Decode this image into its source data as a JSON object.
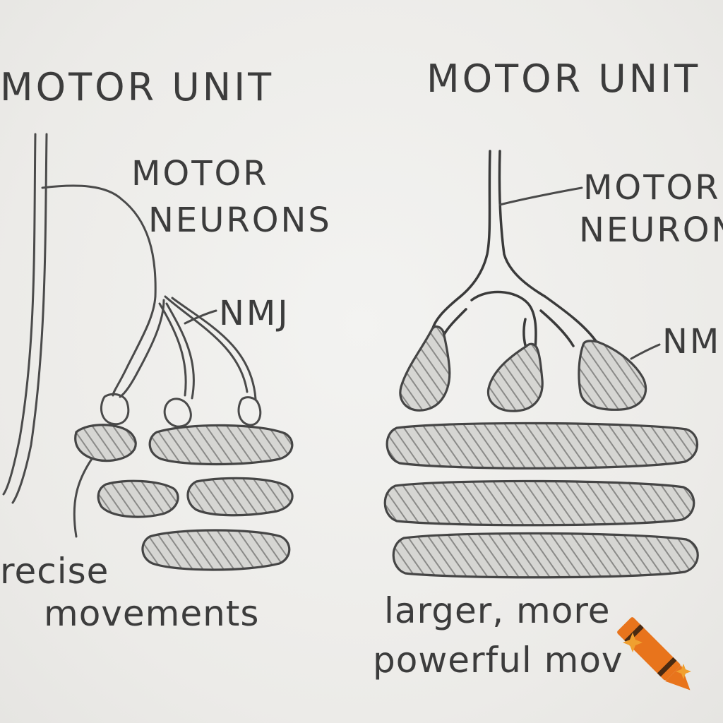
{
  "left_panel": {
    "title": "MOTOR UNIT",
    "neuron_label_line1": "MOTOR",
    "neuron_label_line2": "NEURONS",
    "nmj_label": "NMJ",
    "caption_line1": "recise",
    "caption_line2": "movements"
  },
  "right_panel": {
    "title": "MOTOR UNIT",
    "neuron_label_line1": "MOTOR",
    "neuron_label_line2": "NEURON",
    "nmj_label": "NM",
    "caption_line1": "larger, more",
    "caption_line2": "powerful mov"
  },
  "watermark": {
    "logo": "crayon-logo-icon",
    "colors": {
      "body": "#e8741c",
      "band": "#4a2a12",
      "spark": "#f0a030"
    }
  }
}
